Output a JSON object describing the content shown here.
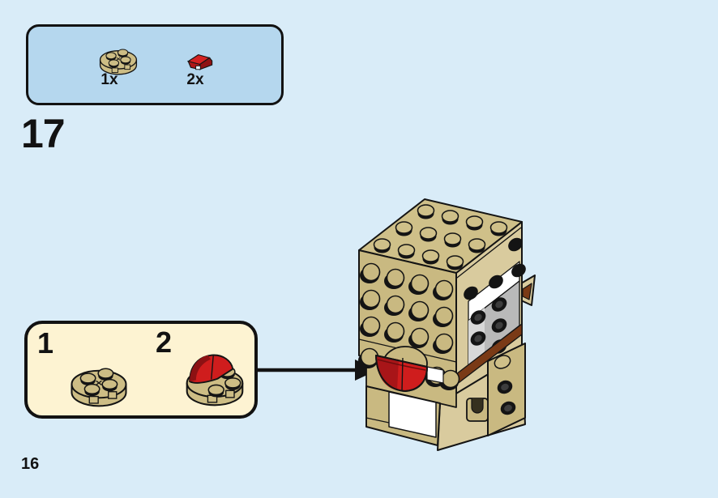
{
  "page": {
    "background_color": "#d9ecf8",
    "number": "16"
  },
  "step": {
    "number": "17"
  },
  "parts_panel": {
    "background_color": "#b5d7ee",
    "border_color": "#121212",
    "parts": [
      {
        "count": "1x",
        "name": "round-plate-2x2-tan",
        "color": "#cdbd85"
      },
      {
        "count": "2x",
        "name": "curved-slope-1x1-red",
        "color": "#cf1d1d"
      }
    ]
  },
  "callout": {
    "background_color": "#fdf3d2",
    "steps": [
      {
        "label": "1",
        "part": "round-plate-2x2-tan"
      },
      {
        "label": "2",
        "part": "two-red-curved-slopes-on-round-plate"
      }
    ]
  },
  "arrow": {
    "direction": "right",
    "meaning": "attach-subassembly-to-model-tongue-position"
  },
  "model": {
    "description": "Partially built LEGO BrickHeadz dog figure, tan, with red tongue, white chest, gray ear panel, brown collar and tan arm",
    "colors": {
      "tan_top": "#cfc089",
      "tan_front": "#c9b981",
      "tan_side": "#d9cb9e",
      "red": "#cf1d1d",
      "red_dark": "#8c1113",
      "brown": "#7a3a16",
      "gray": "#b9b9b9",
      "white": "#ffffff",
      "outline": "#141414"
    }
  }
}
